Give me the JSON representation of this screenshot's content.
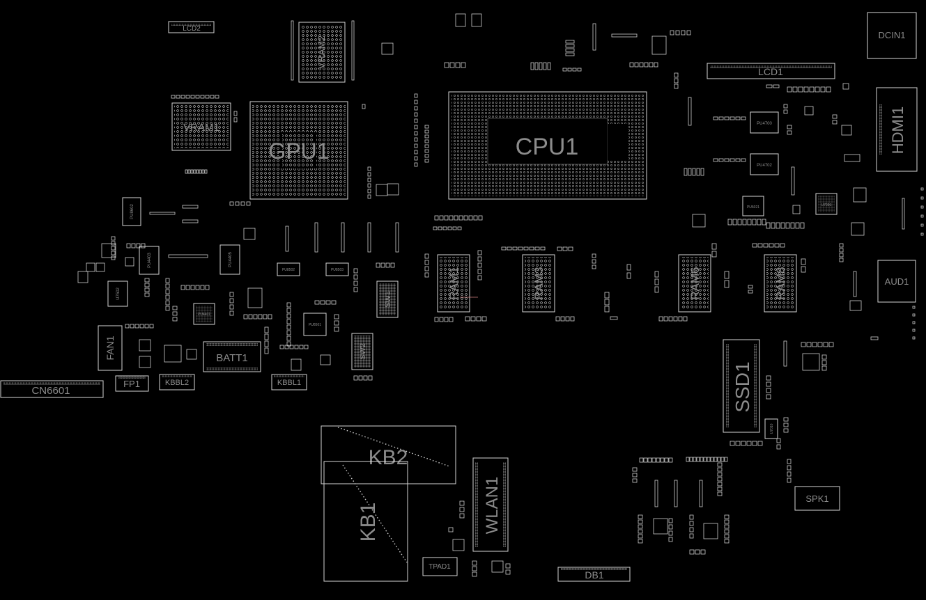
{
  "labels": {
    "lcd2": "LCD2",
    "vram2": "VRAM2",
    "vram1": "VRAM1",
    "gpu1": "GPU1",
    "cpu1": "CPU1",
    "lcd1": "LCD1",
    "dcin1": "DCIN1",
    "hdmi1": "HDMI1",
    "aud1": "AUD1",
    "ram1": "RAM1",
    "ram3": "RAM3",
    "ram6": "RAM6",
    "ram8": "RAM8",
    "ssd1": "SSD1",
    "fan1": "FAN1",
    "fp1": "FP1",
    "kbbl2": "KBBL2",
    "batt1": "BATT1",
    "kbbl1": "KBBL1",
    "cn6601": "CN6601",
    "sw1": "SW1",
    "sw2": "SW2",
    "kb2": "KB2",
    "kb1": "KB1",
    "wlan1": "WLAN1",
    "tpad1": "TPAD1",
    "db1": "DB1",
    "spk1": "SPK1",
    "pu4700": "PU4700",
    "pu4702": "PU4702",
    "pu6021": "PU6021",
    "u7001": "U7001",
    "pu8602": "PU8602",
    "pu4403": "PU4403",
    "pu4405": "PU4405",
    "u7502": "U7502",
    "pu4401": "PU4401",
    "pu8501": "PU8501",
    "pu8502": "PU8502",
    "pu8503": "PU8503",
    "u7010": "U7010"
  }
}
